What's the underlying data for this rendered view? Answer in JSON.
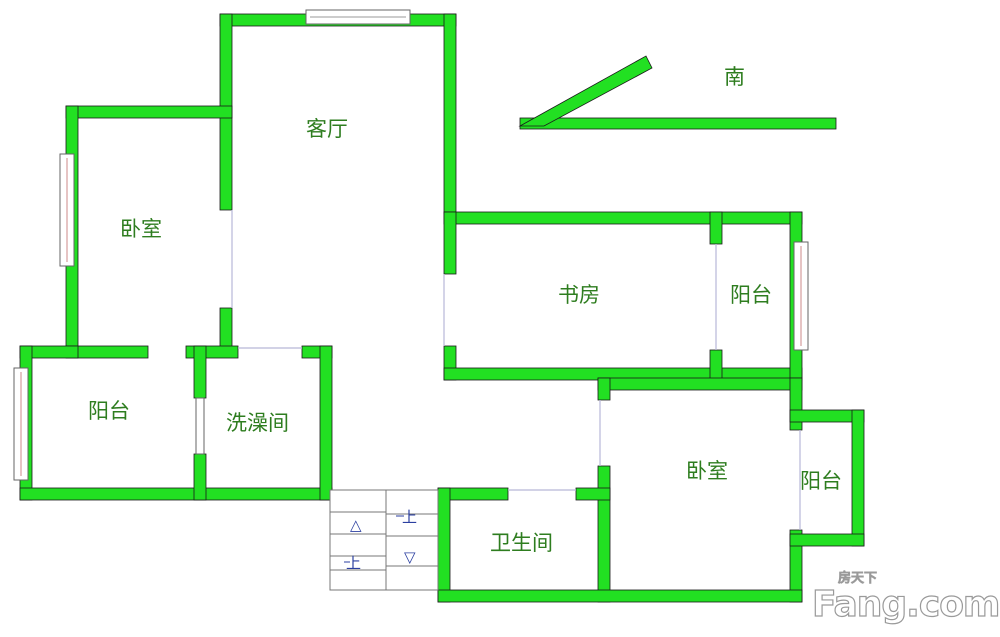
{
  "rooms": {
    "living_room": "客厅",
    "bedroom_left": "卧室",
    "balcony_left": "阳台",
    "shower_room": "洗澡间",
    "study": "书房",
    "balcony_study": "阳台",
    "bedroom_right": "卧室",
    "balcony_right": "阳台",
    "bathroom": "卫生间"
  },
  "compass": {
    "label": "南"
  },
  "stairs": {
    "up_right": "上",
    "up_left": "上",
    "arrow_up": "△",
    "arrow_down": "▽"
  },
  "watermark": {
    "small": "房天下",
    "big": "Fang.com"
  },
  "colors": {
    "wall": "#22e022",
    "wall_outline": "#1a1a1a",
    "label": "#2e7d1f",
    "stair_label": "#2b3fa0",
    "opening": "#b8b8d8"
  }
}
